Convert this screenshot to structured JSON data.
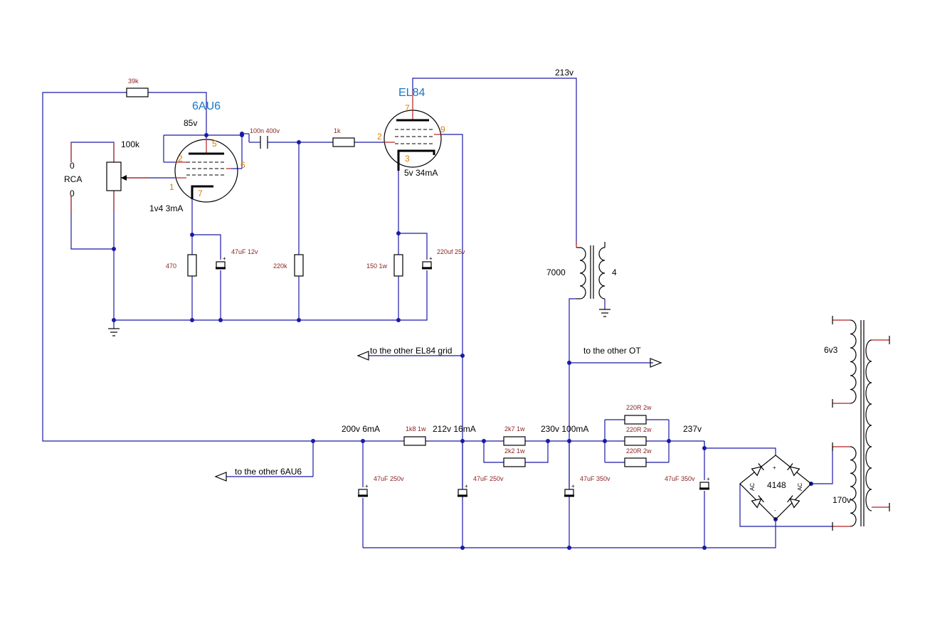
{
  "tubes": {
    "v1": "6AU6",
    "v2": "EL84"
  },
  "pins": {
    "v1_p5": "5",
    "v1_p2": "2",
    "v1_p6": "6",
    "v1_p1": "1",
    "v1_p7": "7",
    "v2_p7": "7",
    "v2_p2": "2",
    "v2_p9": "9",
    "v2_p3": "3"
  },
  "voltages": {
    "v1_plate": "85v",
    "v1_cathode": "1v4  3mA",
    "v2_plate": "213v",
    "v2_cathode": "5v  34mA",
    "b1": "200v  6mA",
    "b2": "212v  16mA",
    "b3": "230v  100mA",
    "b4": "237v",
    "ht": "170v",
    "heater": "6v3"
  },
  "components": {
    "r_fb": "39k",
    "pot": "100k",
    "rca_in": "RCA",
    "rca_top": "0",
    "rca_bot": "0",
    "c_couple": "100n 400v",
    "r_grid_stop": "1k",
    "r_v1_k": "470",
    "c_v1_k": "47uF 12v",
    "r_v2_g": "220k",
    "r_v2_k": "150 1w",
    "c_v2_k": "220uf 25v",
    "ot_pri": "7000",
    "ot_sec": "4",
    "r_b1": "1k8 1w",
    "r_b2a": "2k7 1w",
    "r_b2b": "2k2 1w",
    "r_b3a": "220R 2w",
    "r_b3b": "220R 2w",
    "r_b3c": "220R 2w",
    "c_b1": "47uF 250v",
    "c_b2": "47uF 250v",
    "c_b3": "47uF 350v",
    "c_b4": "47uF 350v",
    "bridge": "4148",
    "bridge_plus": "+",
    "bridge_minus": "-",
    "bridge_ac1": "AC",
    "bridge_ac2": "AC"
  },
  "notes": {
    "other_el84": "to the other EL84 grid",
    "other_ot": "to the other OT",
    "other_6au6": "to the other 6AU6"
  }
}
